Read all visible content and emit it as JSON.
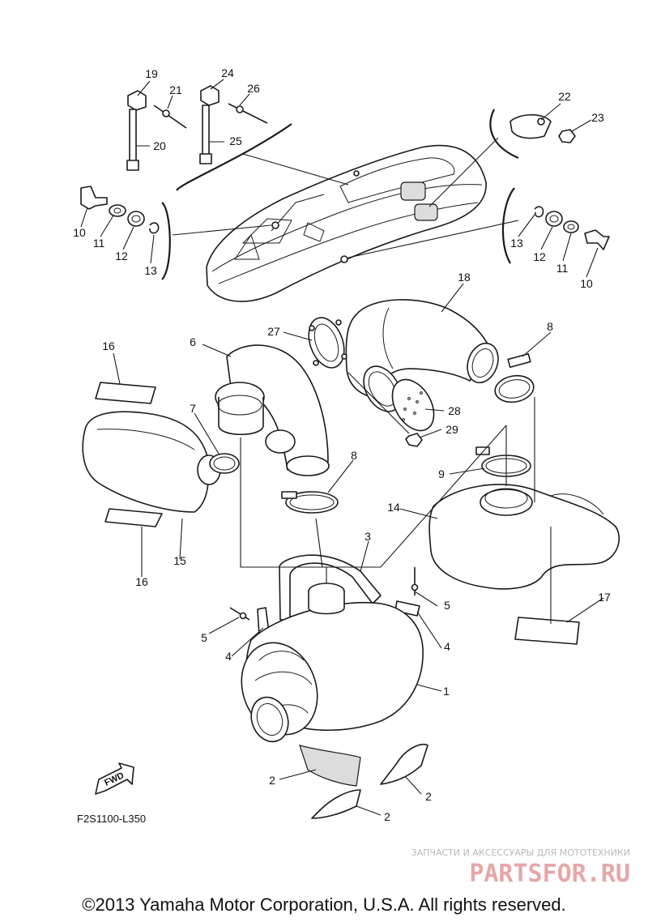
{
  "diagram": {
    "part_numbers": [
      "1",
      "2",
      "3",
      "4",
      "5",
      "6",
      "7",
      "8",
      "9",
      "10",
      "11",
      "12",
      "13",
      "14",
      "15",
      "16",
      "17",
      "18",
      "19",
      "20",
      "21",
      "22",
      "23",
      "24",
      "25",
      "26",
      "27",
      "28",
      "29"
    ],
    "code": "F2S1100-L350",
    "fwd_label": "FWD"
  },
  "watermark": {
    "small": "ЗАПЧАСТИ И АКСЕССУАРЫ ДЛЯ МОТОТЕХНИКИ",
    "brand": "PARTSFOR.RU",
    "color": "#e6a7a7"
  },
  "footer": {
    "copyright": "©2013 Yamaha Motor Corporation, U.S.A. All rights reserved."
  }
}
